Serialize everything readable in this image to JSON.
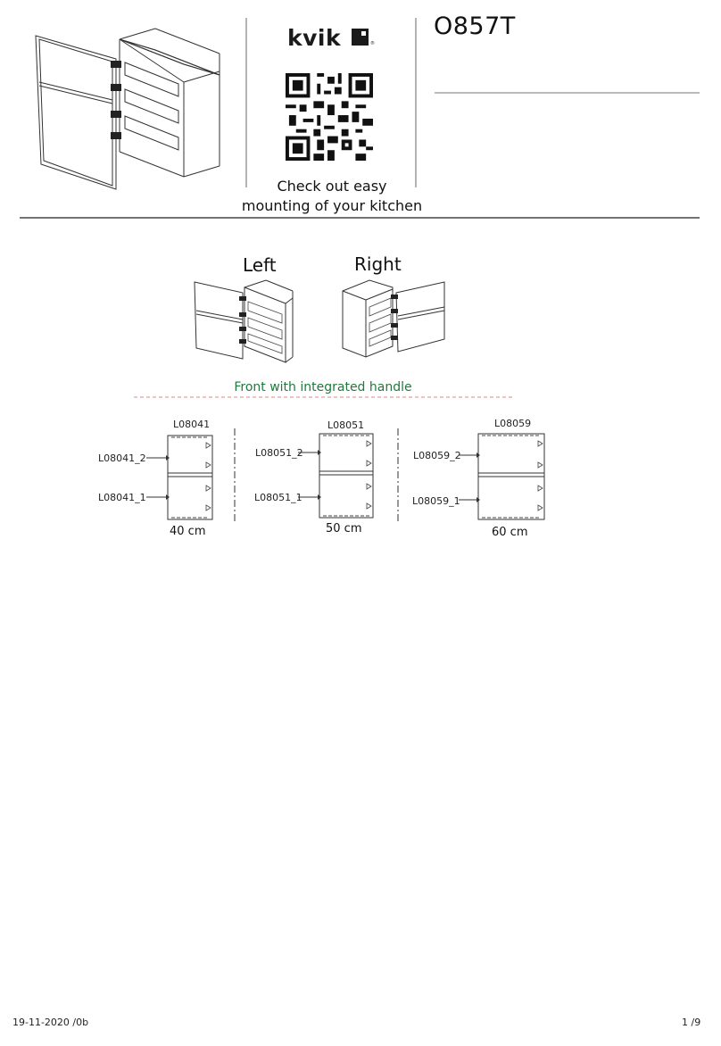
{
  "header": {
    "product_code": "O857T",
    "brand": "kvik",
    "brand_mark": "®",
    "qr_caption_line1": "Check out easy",
    "qr_caption_line2": "mounting of your kitchen"
  },
  "orientation": {
    "left_label": "Left",
    "right_label": "Right",
    "front_caption": "Front with integrated handle"
  },
  "variants": [
    {
      "code": "L08041",
      "upper": "L08041_2",
      "lower": "L08041_1",
      "width": "40 cm"
    },
    {
      "code": "L08051",
      "upper": "L08051_2",
      "lower": "L08051_1",
      "width": "50 cm"
    },
    {
      "code": "L08059",
      "upper": "L08059_2",
      "lower": "L08059_1",
      "width": "60 cm"
    }
  ],
  "footer": {
    "date": "19-11-2020 /0b",
    "page": "1 /9"
  },
  "colors": {
    "caption_green": "#1e7a3a",
    "dash_red": "#d88a8a"
  }
}
